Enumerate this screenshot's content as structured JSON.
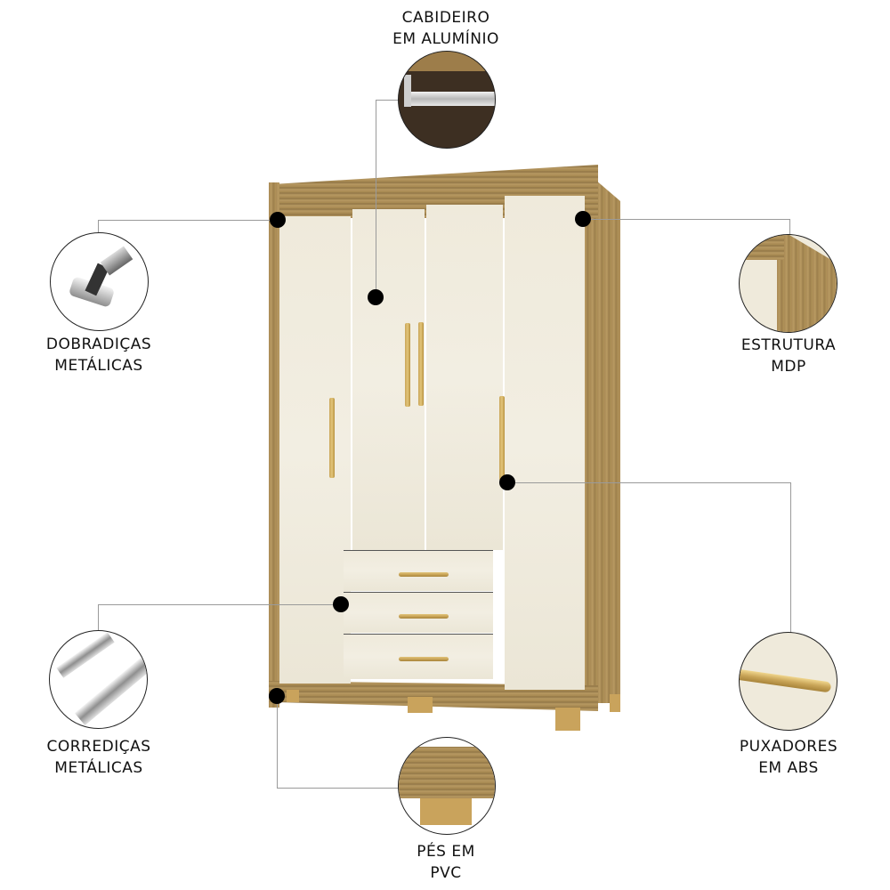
{
  "features": {
    "cabideiro": {
      "line1": "Cabideiro",
      "line2": "em Alumínio"
    },
    "dobradicas": {
      "line1": "Dobradiças",
      "line2": "Metálicas"
    },
    "estrutura": {
      "line1": "Estrutura",
      "line2": "MDP"
    },
    "puxadores": {
      "line1": "Puxadores",
      "line2": "em ABS"
    },
    "corredicas": {
      "line1": "Corrediças",
      "line2": "Metálicas"
    },
    "pes": {
      "line1": "Pés em",
      "line2": "PVC"
    }
  },
  "colors": {
    "wood": "#a98a55",
    "door": "#efeadb",
    "handle": "#c9a558",
    "callout_dot": "#000000",
    "callout_line": "#9a9a9a"
  },
  "product": {
    "doors": 4,
    "drawers": 3
  }
}
